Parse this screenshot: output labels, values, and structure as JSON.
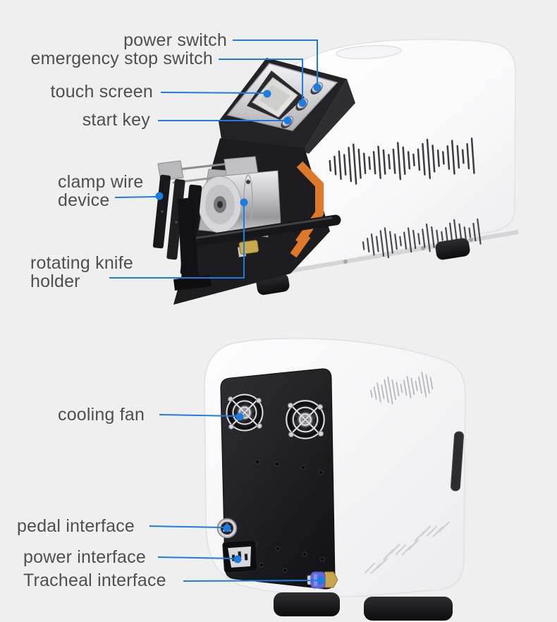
{
  "colors": {
    "background": "#efeff0",
    "accent_blue": "#1b7ce2",
    "label_text": "#4f4f4f",
    "machine_orange": "#e0782a",
    "machine_dark": "#1d1d20",
    "machine_white": "#fbfbfc"
  },
  "annotations": {
    "power_switch": "power switch",
    "emergency_stop_switch": "emergency stop switch",
    "touch_screen": "touch screen",
    "start_key": "start key",
    "clamp_wire_device": "clamp wire\ndevice",
    "rotating_knife_holder": "rotating knife\nholder",
    "cooling_fan": "cooling fan",
    "pedal_interface": "pedal interface",
    "power_interface": "power interface",
    "tracheal_interface": "Tracheal interface"
  }
}
